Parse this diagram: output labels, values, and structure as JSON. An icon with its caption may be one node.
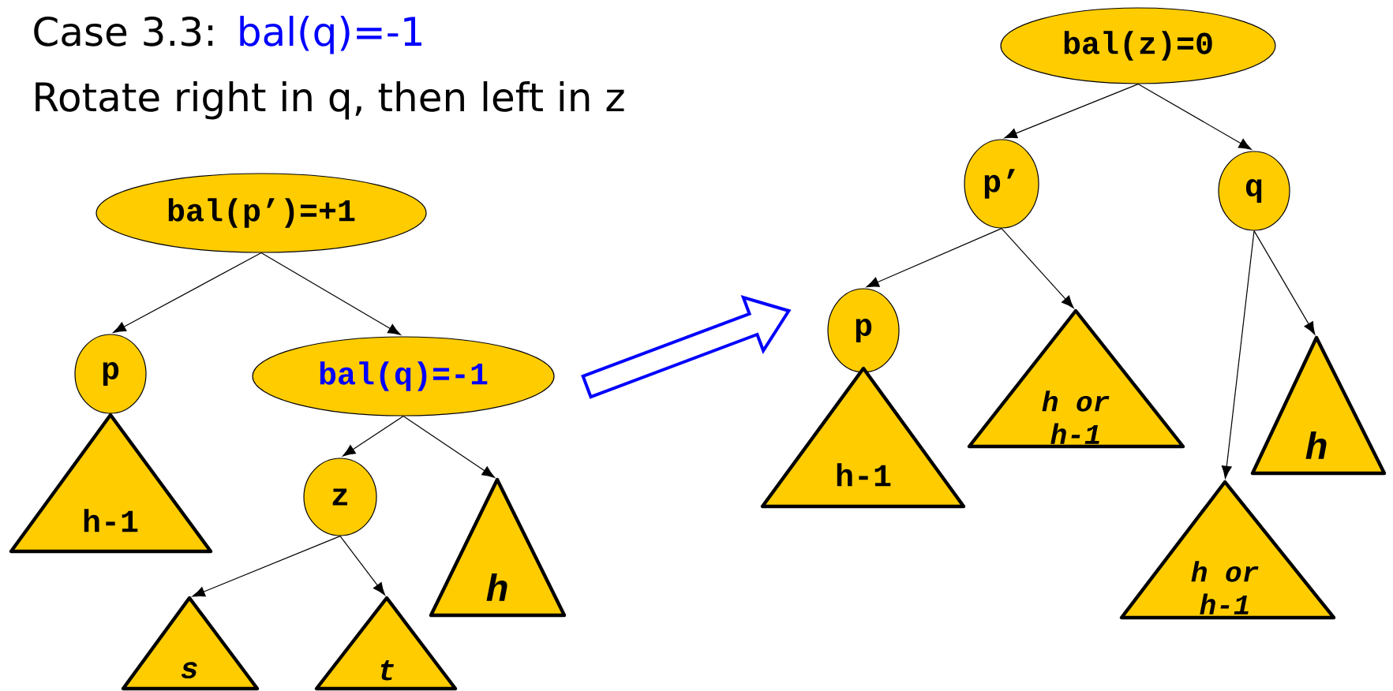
{
  "diagram": {
    "nodes": [
      {
        "text": [
          "bal(p’)=+1"
        ]
      },
      {
        "text": [
          "p"
        ]
      },
      {
        "text": [
          "bal(q)=-1"
        ]
      },
      {
        "text": [
          "h-1"
        ]
      },
      {
        "text": [
          "z"
        ]
      },
      {
        "text": [
          "h"
        ]
      },
      {
        "text": [
          "s"
        ]
      },
      {
        "text": [
          "t"
        ]
      },
      {
        "text": [
          "bal(z)=0"
        ]
      },
      {
        "text": [
          "p’"
        ]
      },
      {
        "text": [
          "q"
        ]
      },
      {
        "text": [
          "p"
        ]
      },
      {
        "text": [
          "h or h-1"
        ]
      },
      {
        "text": [
          "h-1"
        ]
      },
      {
        "text": [
          "h"
        ]
      },
      {
        "text": [
          "h or h-1"
        ]
      }
    ],
    "edges": [
      {
        "from": 0,
        "to": 1,
        "arrow": "to"
      },
      {
        "from": 0,
        "to": 2,
        "arrow": "to"
      },
      {
        "from": 2,
        "to": 4,
        "arrow": "to"
      },
      {
        "from": 2,
        "to": 5,
        "arrow": "to"
      },
      {
        "from": 4,
        "to": 6,
        "arrow": "to"
      },
      {
        "from": 4,
        "to": 7,
        "arrow": "to"
      },
      {
        "from": 8,
        "to": 9,
        "arrow": "to"
      },
      {
        "from": 8,
        "to": 10,
        "arrow": "to"
      },
      {
        "from": 9,
        "to": 11,
        "arrow": "to"
      },
      {
        "from": 9,
        "to": 12,
        "arrow": "to"
      },
      {
        "from": 10,
        "to": 15,
        "arrow": "to"
      },
      {
        "from": 10,
        "to": 14,
        "arrow": "to"
      },
      {
        "from": 2,
        "to": 11,
        "arrow": "to",
        "color": "#0000ff"
      }
    ],
    "labels": [
      "Case 3.3:",
      "bal(q)=-1",
      "Rotate right in q, then left in z"
    ]
  }
}
